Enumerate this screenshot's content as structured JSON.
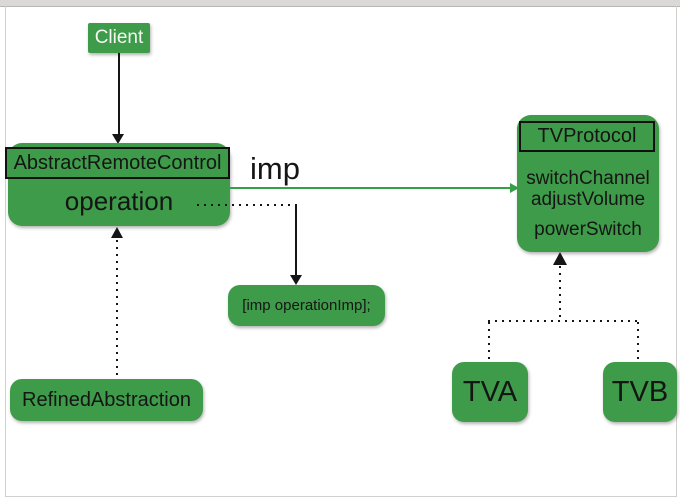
{
  "colors": {
    "node_fill": "#3e9b49",
    "node_border": "#111111",
    "node_text": "#151515",
    "client_text": "#f4f7f4",
    "green_edge": "#35a046",
    "black_edge": "#151515",
    "frame_gray": "#d2cfcf",
    "top_strip": "#dbd8d8"
  },
  "nodes": {
    "client": {
      "label": "Client"
    },
    "abstract_remote_control": {
      "title": "AbstractRemoteControl",
      "method": "operation"
    },
    "tv_protocol": {
      "title": "TVProtocol",
      "methods": [
        "switchChannel",
        "adjustVolume",
        "powerSwitch"
      ]
    },
    "imp_code": {
      "label": "[imp operationImp];"
    },
    "refined_abstraction": {
      "label": "RefinedAbstraction"
    },
    "tva": {
      "label": "TVA"
    },
    "tvb": {
      "label": "TVB"
    }
  },
  "edges": {
    "imp_label": "imp"
  }
}
